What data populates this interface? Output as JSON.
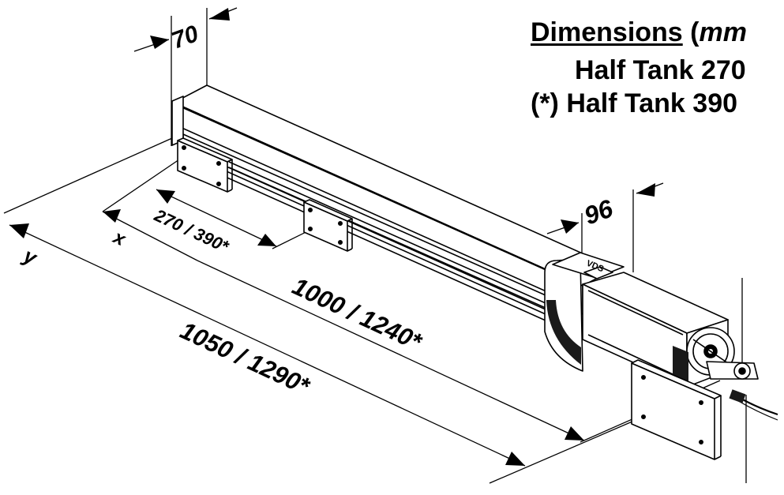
{
  "legend": {
    "title": "Dimensions",
    "unit_prefix": "(",
    "unit": "mm",
    "line1": "Half Tank 270",
    "line2": "(*) Half Tank 390"
  },
  "dimensions": {
    "width_top": "70",
    "width_motor": "96",
    "bracket_spacing": "270 / 390*",
    "x_label": "x",
    "y_label": "y",
    "mid_length": "1000 / 1240*",
    "total_length": "1050 / 1290*"
  },
  "logo_text": "VDS"
}
